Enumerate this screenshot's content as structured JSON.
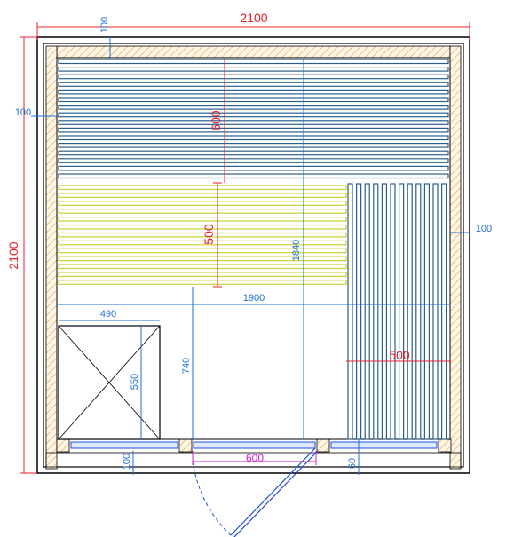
{
  "colors": {
    "red": "#e8202a",
    "blue": "#1e6fd8",
    "wall_hatch": "#e0a040",
    "bench_blue": "#2a5f8a",
    "bench_yellow": "#c8d232",
    "magenta": "#d020d0"
  },
  "dimensions": {
    "overall_width": "2100",
    "overall_height": "2100",
    "wall_top": "100",
    "wall_left": "100",
    "wall_right": "100",
    "bench_upper": "600",
    "bench_lower": "500",
    "inner_height": "1840",
    "inner_width": "1900",
    "heater_width": "490",
    "heater_depth": "550",
    "clearance": "740",
    "side_bench": "500",
    "door_width": "600",
    "bottom_wall": "100",
    "door_offset": "60"
  }
}
